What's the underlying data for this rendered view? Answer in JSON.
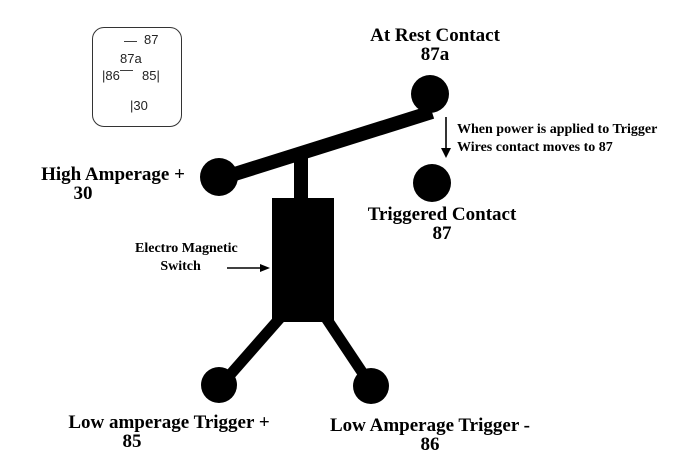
{
  "pin_legend": {
    "pin_87": "87",
    "pin_87a": "87a",
    "pin_86": "86",
    "pin_85": "85",
    "pin_30": "30"
  },
  "labels": {
    "at_rest": {
      "title": "At Rest Contact",
      "pin": "87a"
    },
    "triggered": {
      "title": "Triggered Contact",
      "pin": "87"
    },
    "high_amperage": {
      "title": "High Amperage +",
      "pin": "30"
    },
    "trigger_positive": {
      "title": "Low amperage Trigger +",
      "pin": "85"
    },
    "trigger_negative": {
      "title": "Low Amperage Trigger -",
      "pin": "86"
    },
    "switch": {
      "line1": "Electro Magnetic",
      "line2": "Switch"
    },
    "note": {
      "line1": "When power is applied to Trigger",
      "line2": "Wires contact moves to 87"
    }
  },
  "colors": {
    "ink": "#000000",
    "background": "#ffffff"
  }
}
